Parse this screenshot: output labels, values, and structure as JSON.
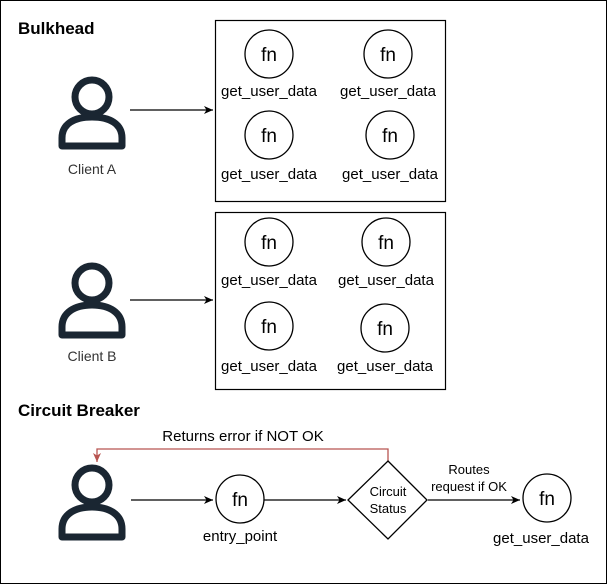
{
  "bulkhead": {
    "title": "Bulkhead",
    "clients": [
      {
        "label": "Client A"
      },
      {
        "label": "Client B"
      }
    ],
    "pools": [
      {
        "functions": [
          {
            "symbol": "fn",
            "label": "get_user_data"
          },
          {
            "symbol": "fn",
            "label": "get_user_data"
          },
          {
            "symbol": "fn",
            "label": "get_user_data"
          },
          {
            "symbol": "fn",
            "label": "get_user_data"
          }
        ]
      },
      {
        "functions": [
          {
            "symbol": "fn",
            "label": "get_user_data"
          },
          {
            "symbol": "fn",
            "label": "get_user_data"
          },
          {
            "symbol": "fn",
            "label": "get_user_data"
          },
          {
            "symbol": "fn",
            "label": "get_user_data"
          }
        ]
      }
    ]
  },
  "circuit_breaker": {
    "title": "Circuit Breaker",
    "return_label": "Returns error if NOT OK",
    "entry": {
      "symbol": "fn",
      "label": "entry_point"
    },
    "decision": {
      "line1": "Circuit",
      "line2": "Status"
    },
    "route_label": {
      "line1": "Routes",
      "line2": "request if OK"
    },
    "target": {
      "symbol": "fn",
      "label": "get_user_data"
    }
  },
  "colors": {
    "stroke": "#000000",
    "person": "#1a2632",
    "error_arrow": "#b85450"
  }
}
